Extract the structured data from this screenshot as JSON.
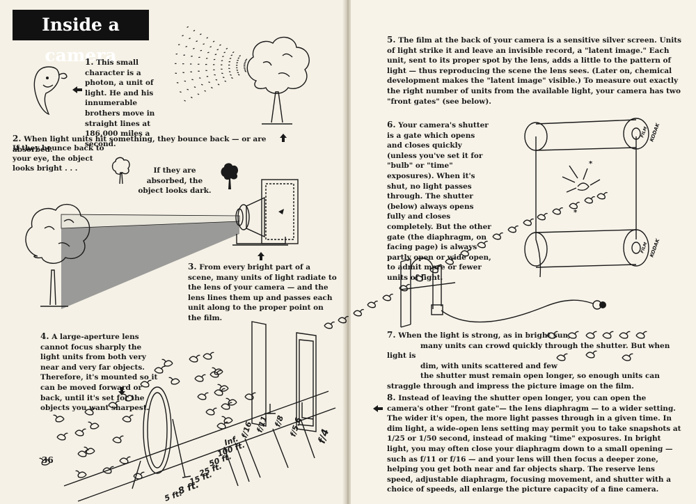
{
  "title": "Inside a camera",
  "page_number": "36",
  "sections": {
    "s1": {
      "number": "1.",
      "text": "This small character is a photon, a unit of light. He and his innumerable brothers move in straight lines at 186,000 miles a second."
    },
    "s2": {
      "number": "2.",
      "text": "When light units hit something, they bounce back — or are absorbed.",
      "bright": "If they bounce back to your eye, the object looks bright . . .",
      "dark": "If they are absorbed, the object looks dark."
    },
    "s3": {
      "number": "3.",
      "text": "From every bright part of a scene, many units of light radiate to the lens of your camera — and the lens lines them up and passes each unit along to the proper point on the film."
    },
    "s4": {
      "number": "4.",
      "text": "A large-aperture lens cannot focus sharply the light units from both very near and very far objects. Therefore, it's mounted so it can be moved forward or back, until it's set for the objects you want sharpest."
    },
    "s5": {
      "number": "5.",
      "text": "The film at the back of your camera is a sensitive silver screen. Units of light strike it and leave an invisible record, a \"latent image.\" Each unit, sent to its proper spot by the lens, adds a little to the pattern of light — thus reproducing the scene the lens sees. (Later on, chemical development makes the \"latent image\" visible.) To measure out exactly the right number of units from the available light, your camera has two \"front gates\" (see below)."
    },
    "s6": {
      "number": "6.",
      "text": "Your camera's shutter is a gate which opens and closes quickly (unless you've set it for \"bulb\" or \"time\" exposures). When it's shut, no light passes through. The shutter (below) always opens fully and closes completely. But the other gate (the diaphragm, on facing page) is always partly open or wide open, to admit more or fewer units of light."
    },
    "s7": {
      "number": "7.",
      "line1": "When the light is strong, as in bright sun,",
      "line2": "many units can crowd quickly through the shutter. But when light is",
      "line3": "dim, with units scattered and few",
      "line4": "the shutter must remain open longer, so enough units can straggle through and impress the picture image on the film."
    },
    "s8": {
      "number": "8.",
      "text": "Instead of leaving the shutter open longer, you can open the camera's other \"front gate\"— the lens diaphragm — to a wider setting. The wider it's open, the more light passes through in a given time. In dim light, a wide-open lens setting may permit you to take snapshots at 1/25 or 1/50 second, instead of making \"time\" exposures. In bright light, you may often close your diaphragm down to a small opening — such as f/11 or f/16 — and your lens will then focus a deeper zone, helping you get both near and far objects sharp. The reserve lens speed, adjustable diaphragm, focusing movement, and shutter with a choice of speeds, all enlarge the picture capacity of a fine camera."
    }
  },
  "film_brand": "KODAK",
  "film_word": "FILM",
  "aperture_labels": [
    "f/16",
    "f/11",
    "f/8",
    "f/5.6",
    "f/4"
  ],
  "distance_labels": [
    "Inf.",
    "100 ft.",
    "50 ft.",
    "25 ft.",
    "15 ft.",
    "8 ft.",
    "5 ft."
  ]
}
